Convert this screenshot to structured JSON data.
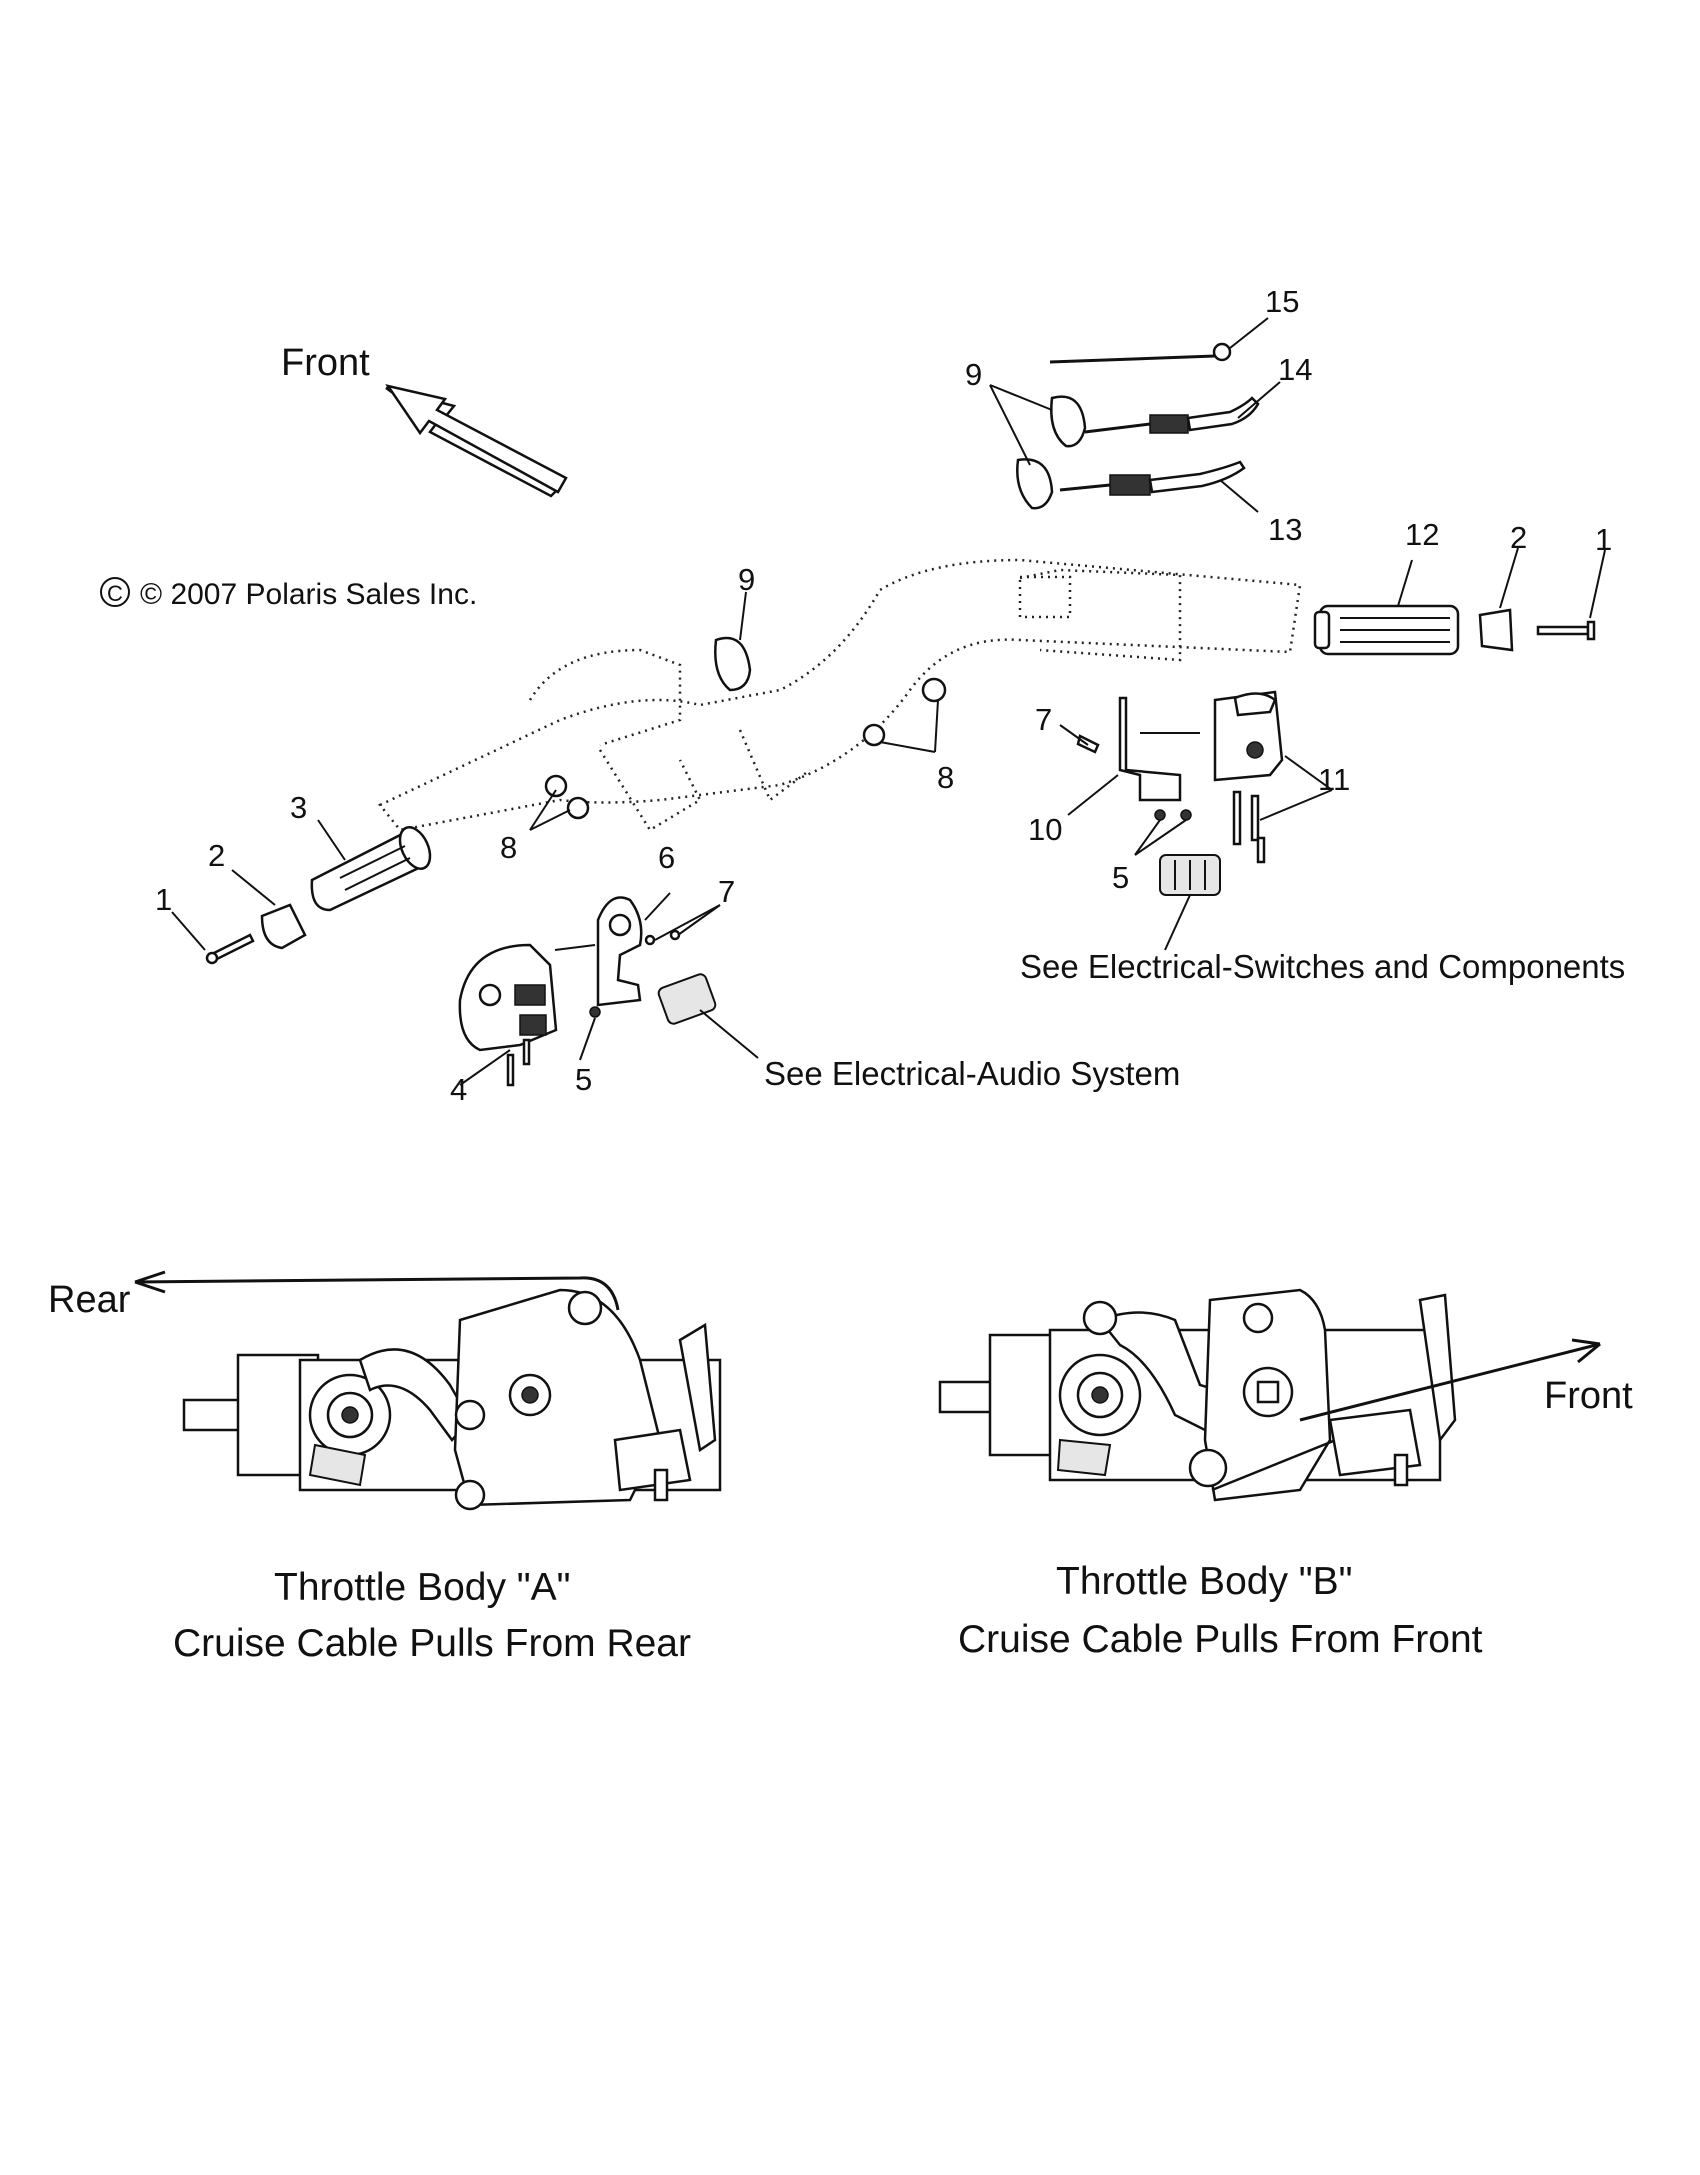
{
  "labels": {
    "front_top": "Front",
    "copyright": "© 2007 Polaris Sales Inc.",
    "see_switches": "See Electrical-Switches and Components",
    "see_audio": "See Electrical-Audio System",
    "rear": "Rear",
    "front_b": "Front"
  },
  "callouts": {
    "n15": "15",
    "n14": "14",
    "n13": "13",
    "n9a": "9",
    "n9b": "9",
    "n12": "12",
    "n2r": "2",
    "n1r": "1",
    "n7a": "7",
    "n8a": "8",
    "n11": "11",
    "n10": "10",
    "n5a": "5",
    "n3": "3",
    "n2l": "2",
    "n1l": "1",
    "n8b": "8",
    "n6": "6",
    "n7b": "7",
    "n4": "4",
    "n5b": "5"
  },
  "captions": {
    "a_title": "Throttle Body \"A\"",
    "a_sub": "Cruise Cable Pulls From Rear",
    "b_title": "Throttle Body \"B\"",
    "b_sub": "Cruise Cable Pulls From Front"
  },
  "icons": {
    "front_arrow": "arrow-up-left-icon",
    "copyright_symbol": "copyright-icon"
  }
}
